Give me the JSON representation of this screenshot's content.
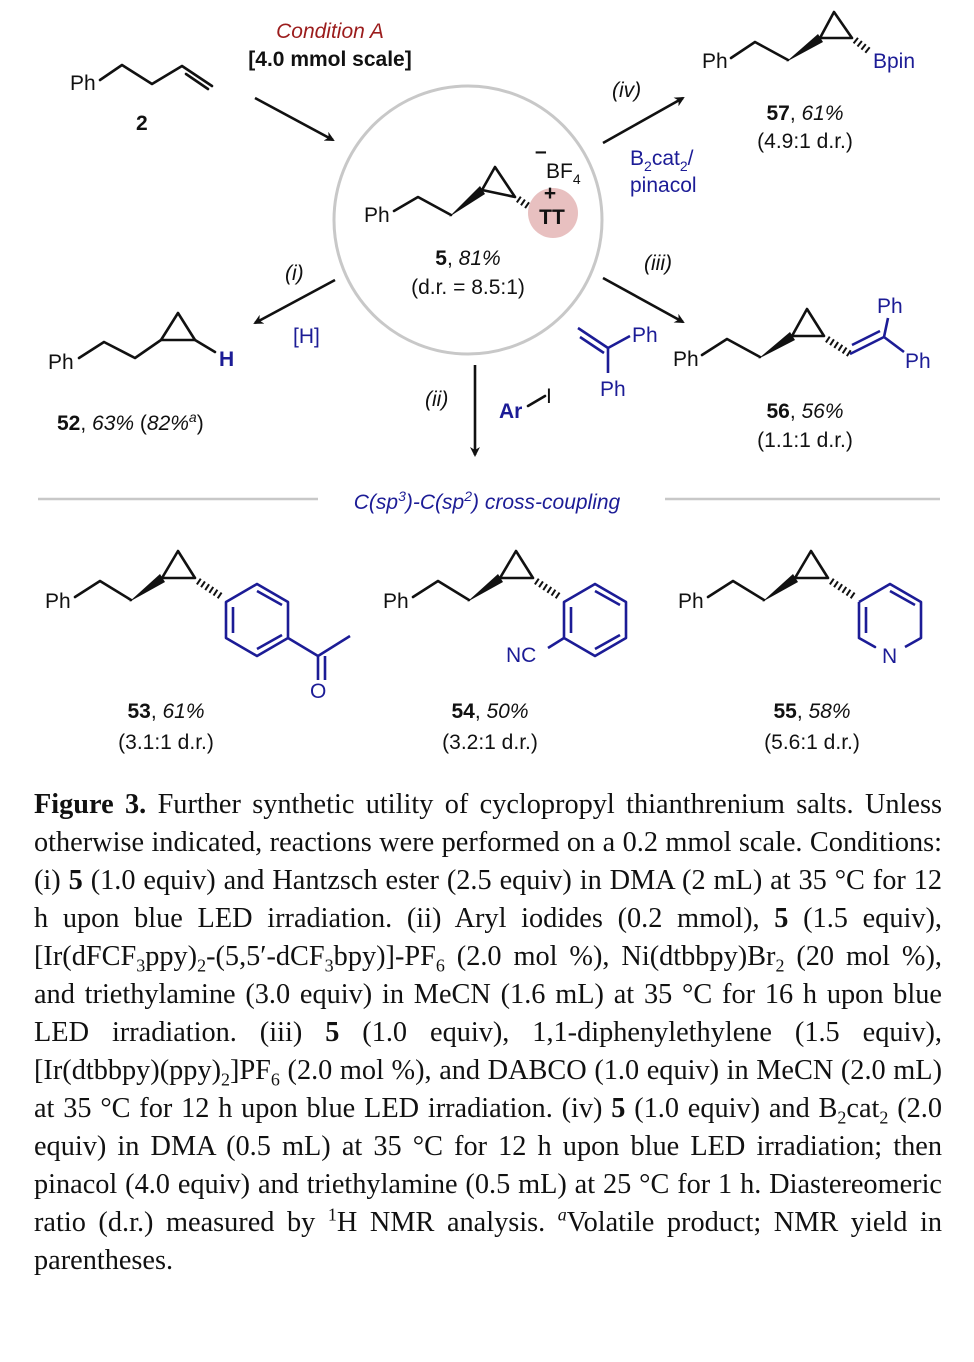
{
  "colors": {
    "reagent": "#1c1c96",
    "condition": "#9b1c1c",
    "tt_highlight": "#e8c0c0",
    "circle": "#c8c8c8"
  },
  "start": {
    "ph": "Ph",
    "label": "2"
  },
  "conditionA": {
    "title": "Condition A",
    "scale": "[4.0 mmol scale]"
  },
  "center": {
    "ph": "Ph",
    "counterion": "BF",
    "counterion_sub": "4",
    "minus": "–",
    "plus": "+",
    "tt": "TT",
    "label": "5",
    "yield": "81%",
    "dr": "(d.r. = 8.5:1)"
  },
  "route_iv": {
    "label": "iv",
    "reagent1": "B",
    "r_sub1": "2",
    "reagent1b": "cat",
    "r_sub2": "2",
    "reagent1c": "/",
    "reagent2": "pinacol",
    "product": {
      "ph": "Ph",
      "group": "Bpin",
      "label": "57",
      "yield": "61%",
      "dr": "(4.9:1 d.r.)"
    }
  },
  "route_iii": {
    "label": "iii",
    "reagent_ph1": "Ph",
    "reagent_ph2": "Ph",
    "product": {
      "ph": "Ph",
      "ph2": "Ph",
      "ph3": "Ph",
      "label": "56",
      "yield": "56%",
      "dr": "(1.1:1 d.r.)"
    }
  },
  "route_i": {
    "label": "i",
    "reagent": "[H]",
    "product": {
      "ph": "Ph",
      "h": "H",
      "label": "52",
      "yield": "63%",
      "nmr_yield": "82%",
      "footnote": "a"
    }
  },
  "route_ii": {
    "label": "ii",
    "reagent_ar": "Ar",
    "reagent_i": "I"
  },
  "section": {
    "pre": "C(sp",
    "sup1": "3",
    "mid": ")-C(sp",
    "sup2": "2",
    "post": ") cross-coupling"
  },
  "products": [
    {
      "ph": "Ph",
      "hetero": "O",
      "label": "53",
      "yield": "61%",
      "dr": "(3.1:1 d.r.)"
    },
    {
      "ph": "Ph",
      "hetero": "NC",
      "label": "54",
      "yield": "50%",
      "dr": "(3.2:1 d.r.)"
    },
    {
      "ph": "Ph",
      "hetero": "N",
      "label": "55",
      "yield": "58%",
      "dr": "(5.6:1 d.r.)"
    }
  ],
  "caption": [
    [
      "Figure 3.",
      "b"
    ],
    [
      " Further synthetic utility of cyclopropyl thianthrenium salts. Unless otherwise indicated, reactions were performed on a 0.2 mmol scale. Conditions: (i) ",
      ""
    ],
    [
      "5",
      "b"
    ],
    [
      " (1.0 equiv) and Hantzsch ester (2.5 equiv) in DMA (2 mL) at 35 °C for 12 h upon blue LED irradiation. (ii) Aryl iodides (0.2 mmol), ",
      ""
    ],
    [
      "5",
      "b"
    ],
    [
      " (1.5 equiv), [Ir(dFCF",
      ""
    ],
    [
      "3",
      "sub"
    ],
    [
      "ppy)",
      ""
    ],
    [
      "2",
      "sub"
    ],
    [
      "-(5,5′-dCF",
      ""
    ],
    [
      "3",
      "sub"
    ],
    [
      "bpy)]-PF",
      ""
    ],
    [
      "6",
      "sub"
    ],
    [
      " (2.0 mol %), Ni(dtbbpy)Br",
      ""
    ],
    [
      "2",
      "sub"
    ],
    [
      " (20 mol %), and triethylamine (3.0 equiv) in MeCN (1.6 mL) at 35 °C for 16 h upon blue LED irradiation. (iii) ",
      ""
    ],
    [
      "5",
      "b"
    ],
    [
      " (1.0 equiv), 1,1-diphenylethylene (1.5 equiv), [Ir(dtbbpy)(ppy)",
      ""
    ],
    [
      "2",
      "sub"
    ],
    [
      "]PF",
      ""
    ],
    [
      "6",
      "sub"
    ],
    [
      " (2.0 mol %), and DABCO (1.0 equiv) in MeCN (2.0 mL) at 35 °C for 12 h upon blue LED irradiation. (iv) ",
      ""
    ],
    [
      "5",
      "b"
    ],
    [
      " (1.0 equiv) and B",
      ""
    ],
    [
      "2",
      "sub"
    ],
    [
      "cat",
      ""
    ],
    [
      "2",
      "sub"
    ],
    [
      " (2.0 equiv) in DMA (0.5 mL) at 35 °C for 12 h upon blue LED irradiation; then pinacol (4.0 equiv) and triethylamine (0.5 mL) at 25 °C for 1 h. Diastereomeric ratio (d.r.) measured by ",
      ""
    ],
    [
      "1",
      "sup"
    ],
    [
      "H NMR analysis. ",
      ""
    ],
    [
      "a",
      "supi"
    ],
    [
      "Volatile product; NMR yield in parentheses.",
      ""
    ]
  ]
}
